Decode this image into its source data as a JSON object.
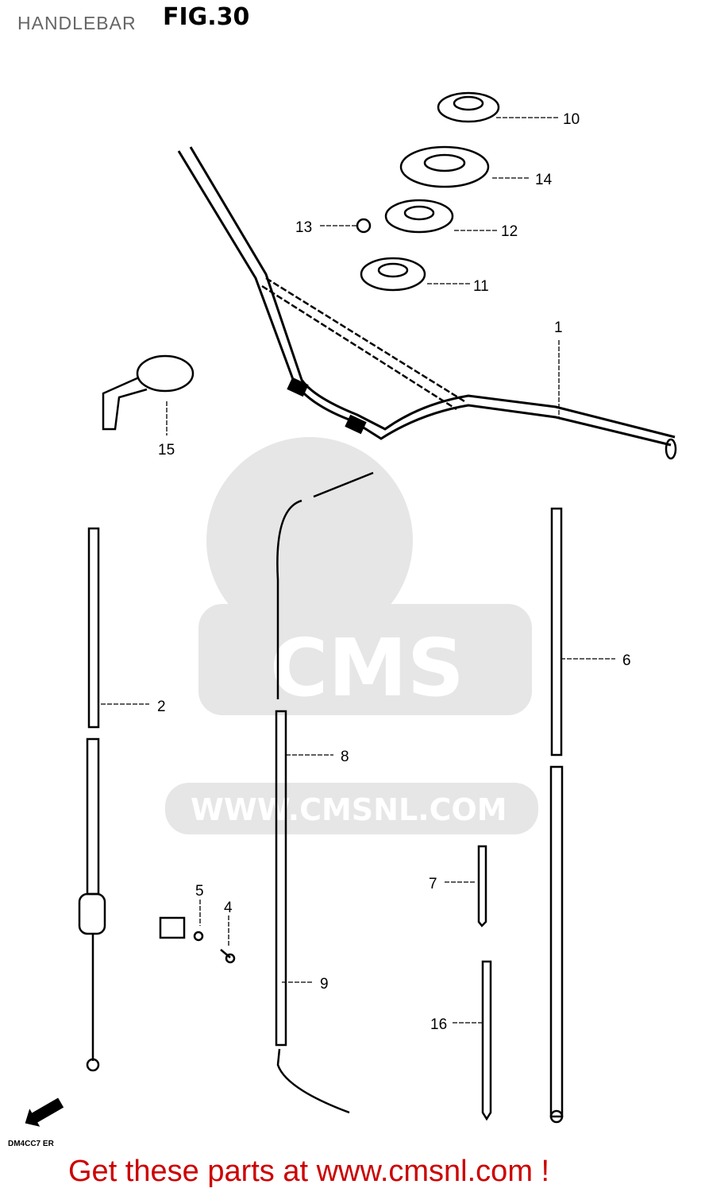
{
  "header": {
    "title": "HANDLEBAR",
    "figure": "FIG.30"
  },
  "watermark": {
    "logo_text": "CMS",
    "url": "WWW.CMSNL.COM",
    "color": "#e6e6e6"
  },
  "callouts": [
    "1",
    "2",
    "4",
    "5",
    "6",
    "7",
    "8",
    "9",
    "10",
    "11",
    "12",
    "13",
    "14",
    "15",
    "16"
  ],
  "direction_icon": "fwd-arrow-icon",
  "footer": {
    "text": "Get these parts at www.cmsnl.com !",
    "color": "#cc0000"
  },
  "drawing_code": "DM4CC7 ER"
}
